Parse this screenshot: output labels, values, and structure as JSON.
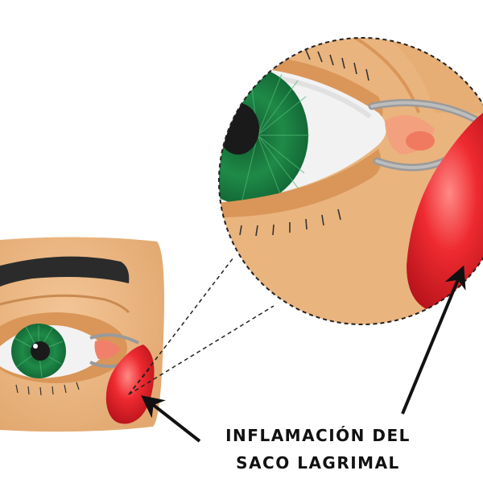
{
  "label": {
    "line1": "INFLAMACIÓN DEL",
    "line2": "SACO LAGRIMAL"
  },
  "colors": {
    "skin": "#eab47e",
    "skin_shadow": "#d99658",
    "brow": "#2b2b2b",
    "iris": "#1f8a48",
    "pupil": "#1a1a1a",
    "sclera": "#f2f2f2",
    "inflammation": "#e8202a",
    "duct_outline": "#9a9a9a",
    "caruncle": "#f0806a"
  },
  "icons": [
    "eye-icon",
    "magnifier-circle",
    "arrow-icon"
  ]
}
